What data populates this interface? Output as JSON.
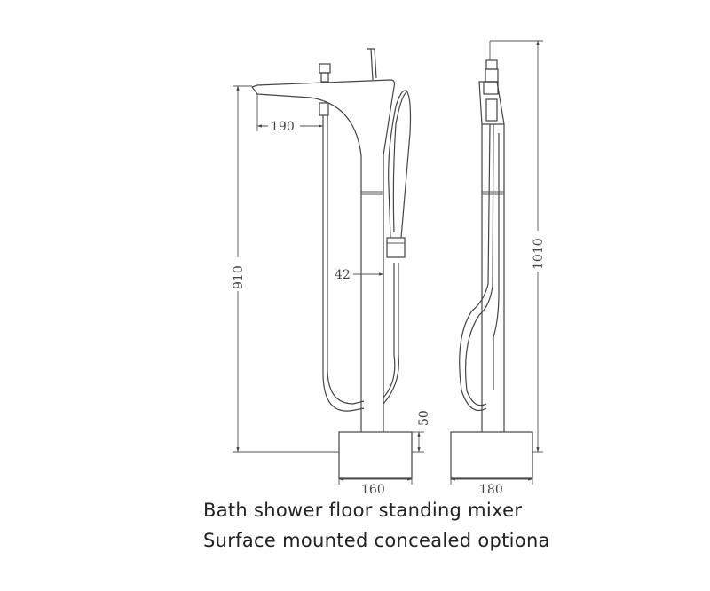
{
  "dimensions": {
    "spout_reach": "190",
    "pipe_diameter": "42",
    "height_front": "910",
    "height_side": "1010",
    "base_height": "50",
    "base_width_front": "160",
    "base_width_side": "180"
  },
  "caption": {
    "line1": "Bath shower floor standing mixer",
    "line2": "Surface mounted concealed optiona"
  }
}
